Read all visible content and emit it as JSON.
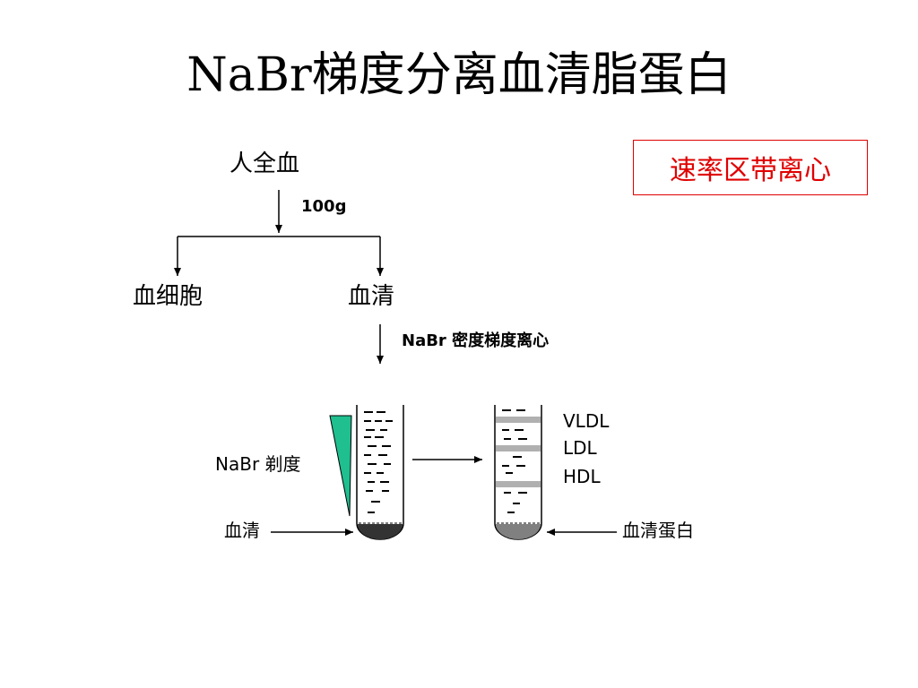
{
  "title": "NaBr梯度分离血清脂蛋白",
  "highlight_box": "速率区带离心",
  "nodes": {
    "whole_blood": "人全血",
    "centrifuge_speed": "100g",
    "blood_cells": "血细胞",
    "serum_top": "血清",
    "gradient_step": "NaBr 密度梯度离心",
    "gradient_label": "NaBr 剃度",
    "serum_bottom": "血清",
    "serum_protein": "血清蛋白"
  },
  "bands": [
    "VLDL",
    "LDL",
    "HDL"
  ],
  "colors": {
    "accent_red": "#e00000",
    "wedge_green": "#1fbf8f",
    "band_gray": "#b0b0b0",
    "pellet_dark": "#333333",
    "pellet_gray": "#808080"
  }
}
